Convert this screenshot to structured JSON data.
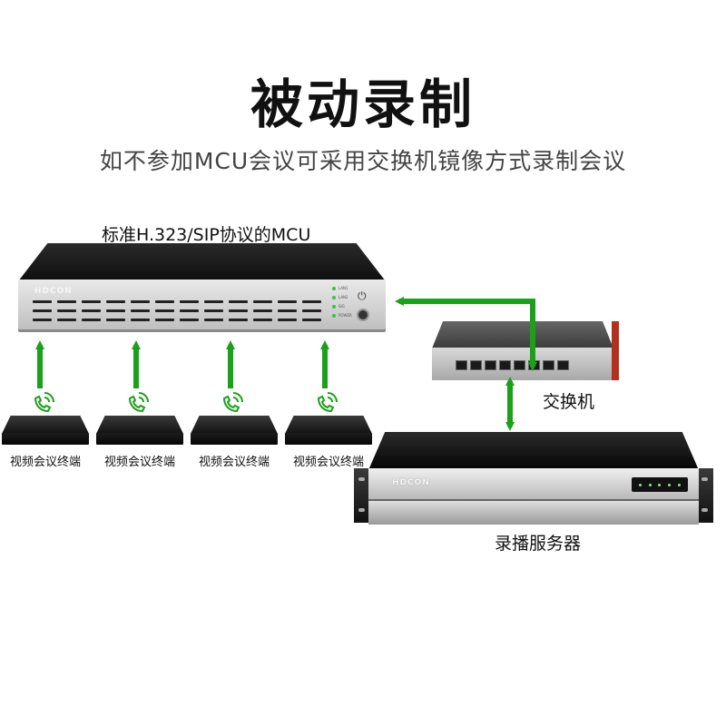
{
  "header": {
    "title": "被动录制",
    "subtitle": "如不参加MCU会议可采用交换机镜像方式录制会议"
  },
  "mcu": {
    "label": "标准H.323/SIP协议的MCU",
    "brand": "HDCON",
    "leds": [
      "LAN1",
      "LAN2",
      "SIG",
      "POWER"
    ]
  },
  "terminals": [
    {
      "label": "视频会议终端"
    },
    {
      "label": "视频会议终端"
    },
    {
      "label": "视频会议终端"
    },
    {
      "label": "视频会议终端"
    }
  ],
  "switch": {
    "label": "交换机"
  },
  "server": {
    "label": "录播服务器",
    "brand": "HDCON"
  },
  "colors": {
    "arrow": "#1aa11a",
    "phone_icon": "#1aa11a",
    "led": "#34c24a",
    "switch_accent": "#b3301f"
  },
  "icons": {
    "terminal": "phone-wifi-icon",
    "power": "power-icon"
  }
}
